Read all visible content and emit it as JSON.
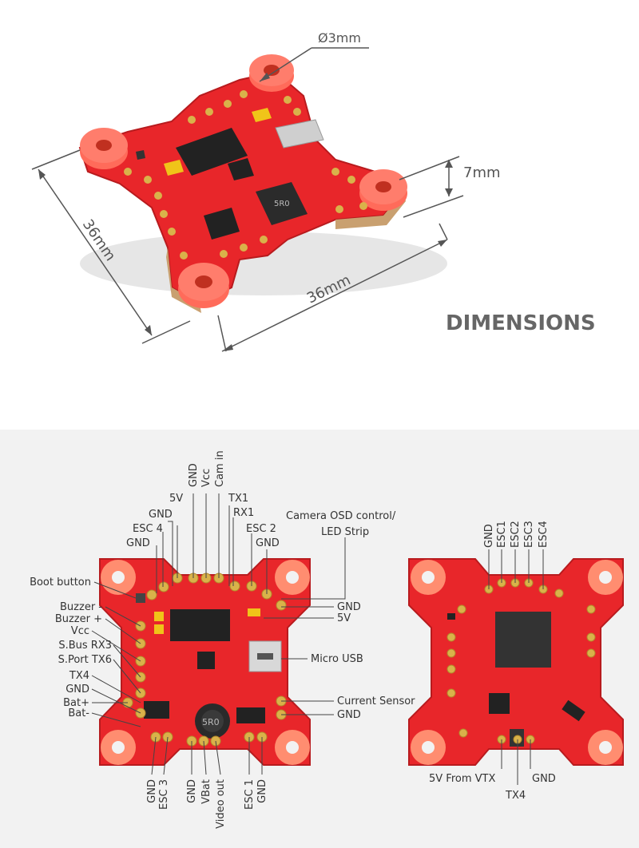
{
  "dimensions": {
    "title": "DIMENSIONS",
    "mount_hole": "Ø3mm",
    "height": "7mm",
    "width_left": "36mm",
    "width_bottom": "36mm"
  },
  "front_labels": {
    "top": [
      {
        "text": "5V"
      },
      {
        "text": "GND"
      },
      {
        "text": "Vcc"
      },
      {
        "text": "Cam in"
      },
      {
        "text": "TX1"
      },
      {
        "text": "RX1"
      },
      {
        "text": "ESC 2"
      },
      {
        "text": "GND"
      },
      {
        "text": "GND"
      },
      {
        "text": "ESC 4"
      },
      {
        "text": "GND"
      }
    ],
    "camera_osd": [
      "Camera OSD control/",
      "LED Strip"
    ],
    "left": [
      {
        "text": "Boot button"
      },
      {
        "text": "Buzzer -"
      },
      {
        "text": "Buzzer +"
      },
      {
        "text": "Vcc"
      },
      {
        "text": "S.Bus RX3"
      },
      {
        "text": "S.Port TX6"
      },
      {
        "text": "TX4"
      },
      {
        "text": "GND"
      },
      {
        "text": "Bat+"
      },
      {
        "text": "Bat-"
      }
    ],
    "right": [
      {
        "text": "GND"
      },
      {
        "text": "5V"
      },
      {
        "text": "Micro USB"
      },
      {
        "text": "Current Sensor"
      },
      {
        "text": "GND"
      }
    ],
    "bottom": [
      {
        "text": "GND"
      },
      {
        "text": "ESC 3"
      },
      {
        "text": "GND"
      },
      {
        "text": "VBat"
      },
      {
        "text": "Video  out"
      },
      {
        "text": "ESC 1"
      },
      {
        "text": "GND"
      }
    ]
  },
  "back_labels": {
    "top": [
      {
        "text": "GND"
      },
      {
        "text": "ESC1"
      },
      {
        "text": "ESC2"
      },
      {
        "text": "ESC3"
      },
      {
        "text": "ESC4"
      }
    ],
    "bottom": [
      {
        "text": "5V From VTX"
      },
      {
        "text": "TX4"
      },
      {
        "text": "GND"
      }
    ]
  },
  "chips": {
    "inductor": "5R0"
  },
  "colors": {
    "pcb": "#e8262a",
    "pcb_dark": "#b81b1e",
    "grommet": "#ff6b5a",
    "gold": "#d9b24a",
    "line": "#555555"
  }
}
